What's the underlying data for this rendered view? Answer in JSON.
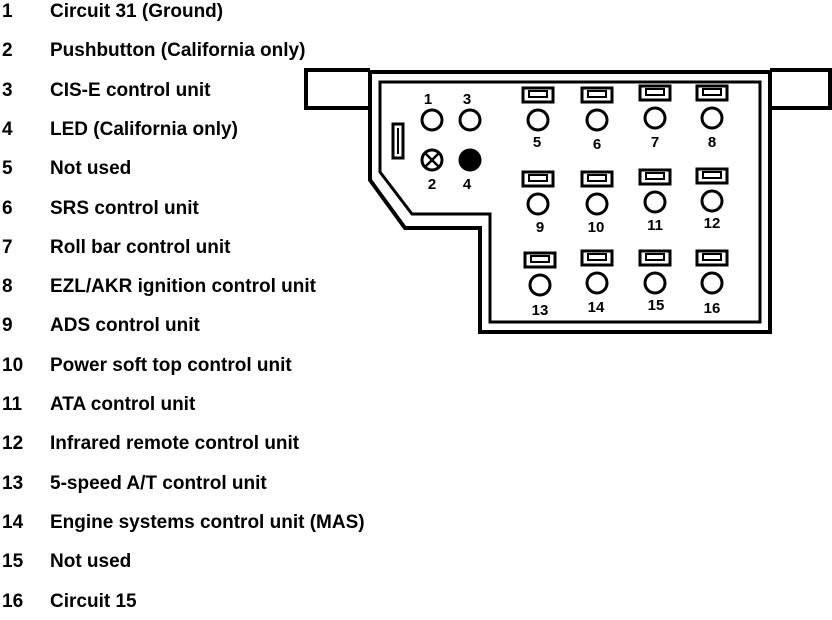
{
  "legend": [
    {
      "num": "1",
      "label": "Circuit 31 (Ground)"
    },
    {
      "num": "2",
      "label": "Pushbutton (California only)"
    },
    {
      "num": "3",
      "label": "CIS-E control unit"
    },
    {
      "num": "4",
      "label": "LED (California only)"
    },
    {
      "num": "5",
      "label": "Not used"
    },
    {
      "num": "6",
      "label": "SRS control unit"
    },
    {
      "num": "7",
      "label": "Roll bar control unit"
    },
    {
      "num": "8",
      "label": "EZL/AKR ignition control unit"
    },
    {
      "num": "9",
      "label": "ADS control unit"
    },
    {
      "num": "10",
      "label": "Power soft top control unit"
    },
    {
      "num": "11",
      "label": "ATA control unit"
    },
    {
      "num": "12",
      "label": "Infrared remote control unit"
    },
    {
      "num": "13",
      "label": "5-speed A/T control unit"
    },
    {
      "num": "14",
      "label": "Engine systems control unit (MAS)"
    },
    {
      "num": "15",
      "label": "Not used"
    },
    {
      "num": "16",
      "label": "Circuit 15"
    }
  ],
  "connector": {
    "pins": [
      {
        "label": "1",
        "type": "open"
      },
      {
        "label": "2",
        "type": "crossed"
      },
      {
        "label": "3",
        "type": "open"
      },
      {
        "label": "4",
        "type": "filled"
      },
      {
        "label": "5",
        "type": "open"
      },
      {
        "label": "6",
        "type": "open"
      },
      {
        "label": "7",
        "type": "open"
      },
      {
        "label": "8",
        "type": "open"
      },
      {
        "label": "9",
        "type": "open"
      },
      {
        "label": "10",
        "type": "open"
      },
      {
        "label": "11",
        "type": "open"
      },
      {
        "label": "12",
        "type": "open"
      },
      {
        "label": "13",
        "type": "open"
      },
      {
        "label": "14",
        "type": "open"
      },
      {
        "label": "15",
        "type": "open"
      },
      {
        "label": "16",
        "type": "open"
      }
    ]
  }
}
